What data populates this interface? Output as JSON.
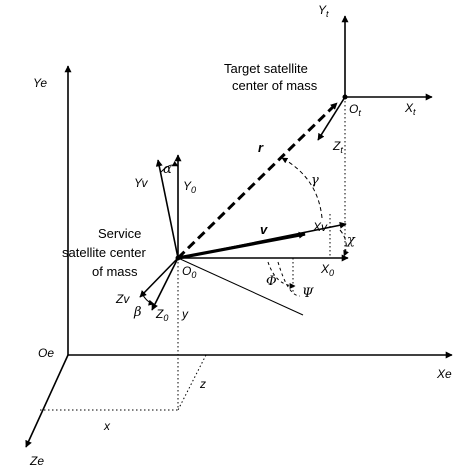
{
  "labels": {
    "target_line1": "Target satellite",
    "target_line2": "center of mass",
    "service_line1": "Service",
    "service_line2": "satellite center",
    "service_line3": "of mass",
    "Yt_main": "Y",
    "Yt_sub": "t",
    "Xt_main": "X",
    "Xt_sub": "t",
    "Zt_main": "Z",
    "Zt_sub": "t",
    "Ot_main": "O",
    "Ot_sub": "t",
    "Ye": "Ye",
    "Xe": "Xe",
    "Ze": "Ze",
    "Oe": "Oe",
    "Yv": "Yv",
    "Y0_main": "Y",
    "Y0_sub": "0",
    "X0_main": "X",
    "X0_sub": "0",
    "Z0_main": "Z",
    "Z0_sub": "0",
    "O0_main": "O",
    "O0_sub": "0",
    "Zv": "Zv",
    "Xv": "Xv",
    "r": "r",
    "v": "v",
    "x": "x",
    "y": "y",
    "z": "z",
    "alpha": "α",
    "beta": "β",
    "gamma": "γ",
    "chi": "χ",
    "phi": "Φ",
    "psi": "Ψ"
  }
}
